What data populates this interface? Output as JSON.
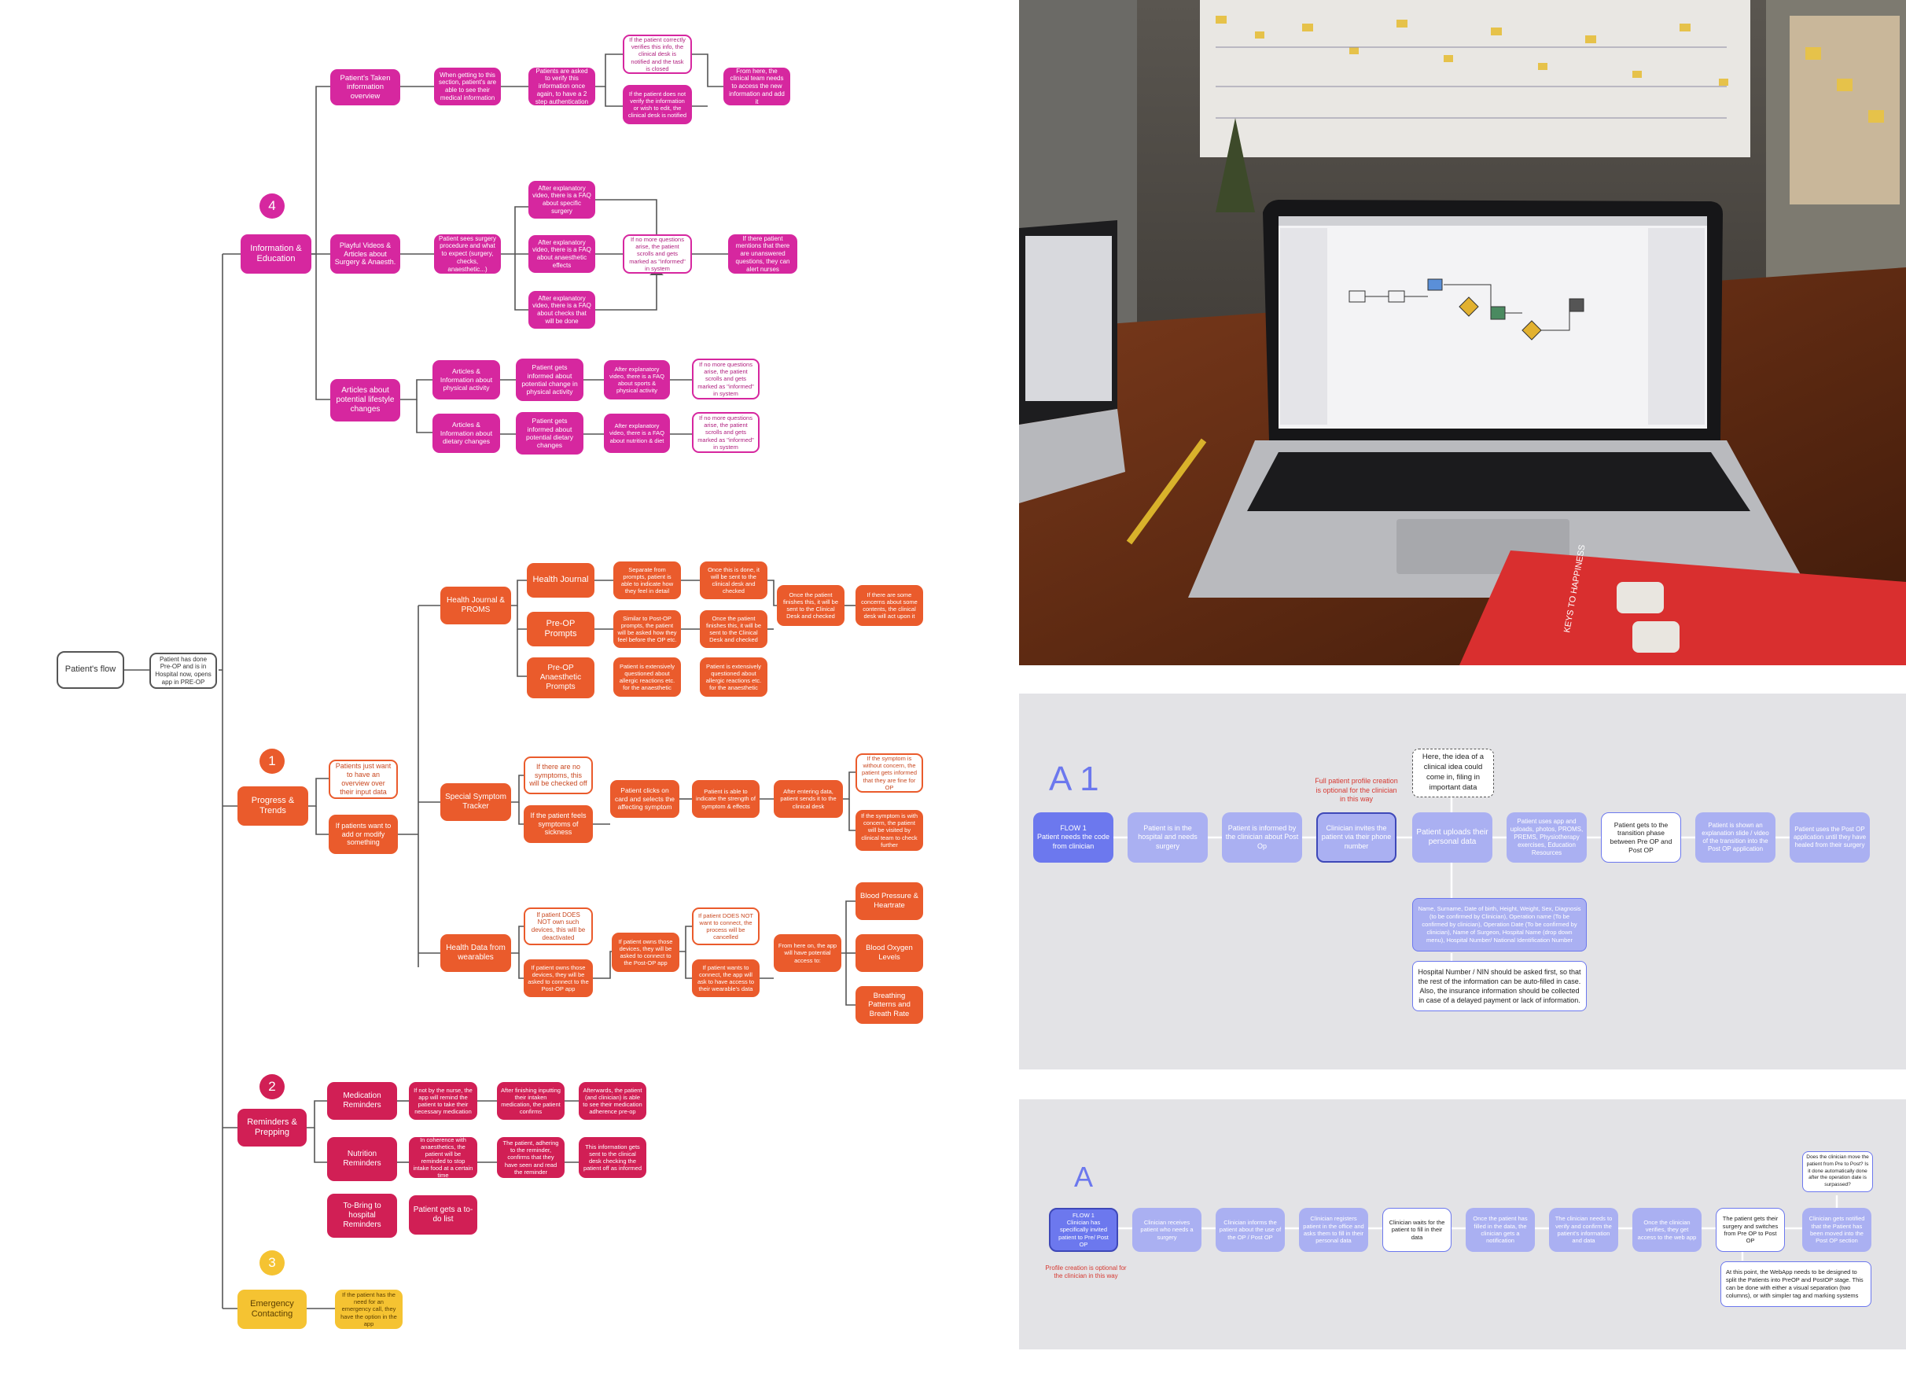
{
  "left": {
    "root": "Patient's flow",
    "start": "Patient has done Pre-OP and is in Hospital now, opens app in PRE-OP",
    "badges": [
      "4",
      "1",
      "2",
      "3"
    ],
    "info": {
      "category": "Information & Education",
      "taken": {
        "title": "Patient's Taken information overview",
        "step1": "When getting to this section, patient's are able to see their medical information",
        "step2": "Patients are asked to verify this information once again, to have a 2 step authentication",
        "yes": "If the patient correctly verifies this info, the clinical desk is notified and the task is closed",
        "no": "If the patient does not verify the information or wish to edit, the clinical desk is notified",
        "end": "From here, the clinical team needs to access the new information and add it"
      },
      "videos": {
        "title": "Playful Videos & Articles about Surgery & Anaesth.",
        "step1": "Patient sees surgery procedure and what to expect (surgery, checks, anaesthetic...)",
        "faq1": "After explanatory video, there is a FAQ about specific surgery",
        "faq2": "After explanatory video, there is a FAQ about anaesthetic effects",
        "faq3": "After explanatory video, there is a FAQ about checks that will be done",
        "merge": "If no more questions arise, the patient scrolls and gets marked as \"informed\" in system",
        "end": "If there patient mentions that there are unanswered questions, they can alert nurses"
      },
      "lifestyle": {
        "title": "Articles about potential lifestyle changes",
        "a1": "Articles & Information about physical activity",
        "a2": "Patient gets informed about potential change in physical activity",
        "a3": "After explanatory video, there is a FAQ about sports & physical activity",
        "a4": "If no more questions arise, the patient scrolls and gets marked as \"informed\" in system",
        "b1": "Articles & Information about dietary changes",
        "b2": "Patient gets informed about potential dietary changes",
        "b3": "After explanatory video, there is a FAQ about nutrition & diet",
        "b4": "If no more questions arise, the patient scrolls and gets marked as \"informed\" in system"
      }
    },
    "progress": {
      "category": "Progress & Trends",
      "overview": "Patients just want to have an overview over their input data",
      "modify": "If patients want to add or modify something",
      "journal": {
        "title": "Health Journal & PROMS",
        "health": "Health Journal",
        "health1": "Separate from prompts, patient is able to indicate how they feel in detail",
        "health2": "Once this is done, it will be sent to the clinical desk and checked",
        "preop": "Pre-OP Prompts",
        "preop1": "Similar to Post-OP prompts, the patient will be asked how they feel before the OP etc.",
        "preop2": "Once the patient finishes this, it will be sent to the Clinical Desk and checked",
        "anaes": "Pre-OP Anaesthetic Prompts",
        "anaes1": "Patient is extensively questioned about allergic reactions etc. for the anaesthetic",
        "anaes2": "Patient is extensively questioned about allergic reactions etc. for the anaesthetic",
        "merge": "Once the patient finishes this, it will be sent to the Clinical Desk and checked",
        "end": "If there are some concerns about some contents, the clinical desk will act upon it"
      },
      "symptom": {
        "title": "Special Symptom Tracker",
        "none": "If there are no symptoms, this will be checked off",
        "sick": "If the patient feels symptoms of sickness",
        "s1": "Patient clicks on card and selects the affecting symptom",
        "s2": "Patient is able to indicate the strength of symptom & effects",
        "s3": "After entering data, patient sends it to the clinical desk",
        "ok": "If the symptom is without concern, the patient gets informed that they are fine for OP",
        "bad": "If the symptom is with concern, the patient will be visited by clinical team to check further"
      },
      "wearables": {
        "title": "Health Data from wearables",
        "noown": "If patient DOES NOT own such devices, this will be deactivated",
        "own": "If patient owns those devices, they will be asked to connect to the Post-OP app",
        "w1": "If patient owns those devices, they will be asked to connect to the Post-OP app",
        "nowant": "If patient DOES NOT want to connect, the process will be cancelled",
        "want": "If patient wants to connect, the app will ask to have access to their wearable's data",
        "w2": "From here on, the app will have potential access to:",
        "bp": "Blood Pressure & Heartrate",
        "oxy": "Blood Oxygen Levels",
        "breath": "Breathing Patterns and Breath Rate"
      }
    },
    "reminders": {
      "category": "Reminders & Prepping",
      "med": "Medication Reminders",
      "med1": "If not by the nurse, the app will remind the patient to take their necessary medication",
      "med2": "After finishing inputting their intaken medication, the patient confirms",
      "med3": "Afterwards, the patient (and clinician) is able to see their medication adherence pre-op",
      "nut": "Nutrition Reminders",
      "nut1": "In coherence with anaesthetics, the patient will be reminded to stop intake food at a certain time",
      "nut2": "The patient, adhering to the reminder, confirms that they have seen and read the reminder",
      "nut3": "This information gets sent to the clinical desk checking the patient off as informed",
      "bring": "To-Bring to hospital Reminders",
      "todo": "Patient gets a to-do list"
    },
    "emergency": {
      "category": "Emergency Contacting",
      "text": "If the patient has the need for an emergency call, they have the option in the app"
    }
  },
  "photo": {
    "book_title": "KEYS TO HAPPINESS"
  },
  "flowA1": {
    "label": "A 1",
    "optional": "Full patient profile creation is optional for the clinician in this way",
    "idea": "Here, the idea of a clinical idea could come in, filing in important data",
    "steps": [
      "FLOW 1\nPatient needs the code from clinician",
      "Patient is in the hospital and needs surgery",
      "Patient is informed by the clinician about Post Op",
      "Clinician invites the patient via their phone number",
      "Patient uploads their personal data",
      "Patient uses app and uploads, photos, PROMS, PREMS, Physiotherapy exercises, Education Resources",
      "Patient gets to the transition phase between Pre OP and Post OP",
      "Patient is shown an explanation slide / video of the transition into the Post OP application",
      "Patient uses the Post OP application until they have healed from their surgery"
    ],
    "fields": "Name, Surname, Date of birth, Height, Weight, Sex, Diagnosis (to be confirmed by Clinician), Operation name (To be confirmed by clinician), Operation Date (To be confirmed by clinician), Name of Surgeon, Hospital Name (drop down menu), Hospital Number/ National Identification Number",
    "hospital_note": "Hospital Number / NIN should be asked first, so that the rest of the information can be auto-filled in case. Also, the insurance information should be collected in case of a delayed payment or lack of information."
  },
  "flowA": {
    "label": "A",
    "optional": "Profile creation is optional for the clinician in this way",
    "top_note": "Does the clinician move the patient from Pre to Post? Is it done automatically done after the operation date is surpassed?",
    "steps": [
      "FLOW 1\nClinician has specifically invited patient to Pre/ Post OP",
      "Clinician receives patient who needs a surgery",
      "Clinician informs the patient about the use of the OP / Post OP",
      "Clinician registers patient in the office and asks them to fill in their personal data",
      "Clinician waits for the patient to fill in their data",
      "Once the patient has filled in the data, the clinician gets a notification",
      "The clinician needs to verify and confirm the patient's information and data",
      "Once the clinician verifies, they get access to the web app",
      "The patient gets their surgery and switches from Pre OP to Post OP",
      "Clinician gets notified that the Patient has been moved into the Post OP section"
    ],
    "bottom_note": "At this point, the WebApp needs to be designed to split the Patients into PreOP and PostOP stage. This can be done with either a visual separation (two columns), or with simpler tag and marking systems"
  }
}
